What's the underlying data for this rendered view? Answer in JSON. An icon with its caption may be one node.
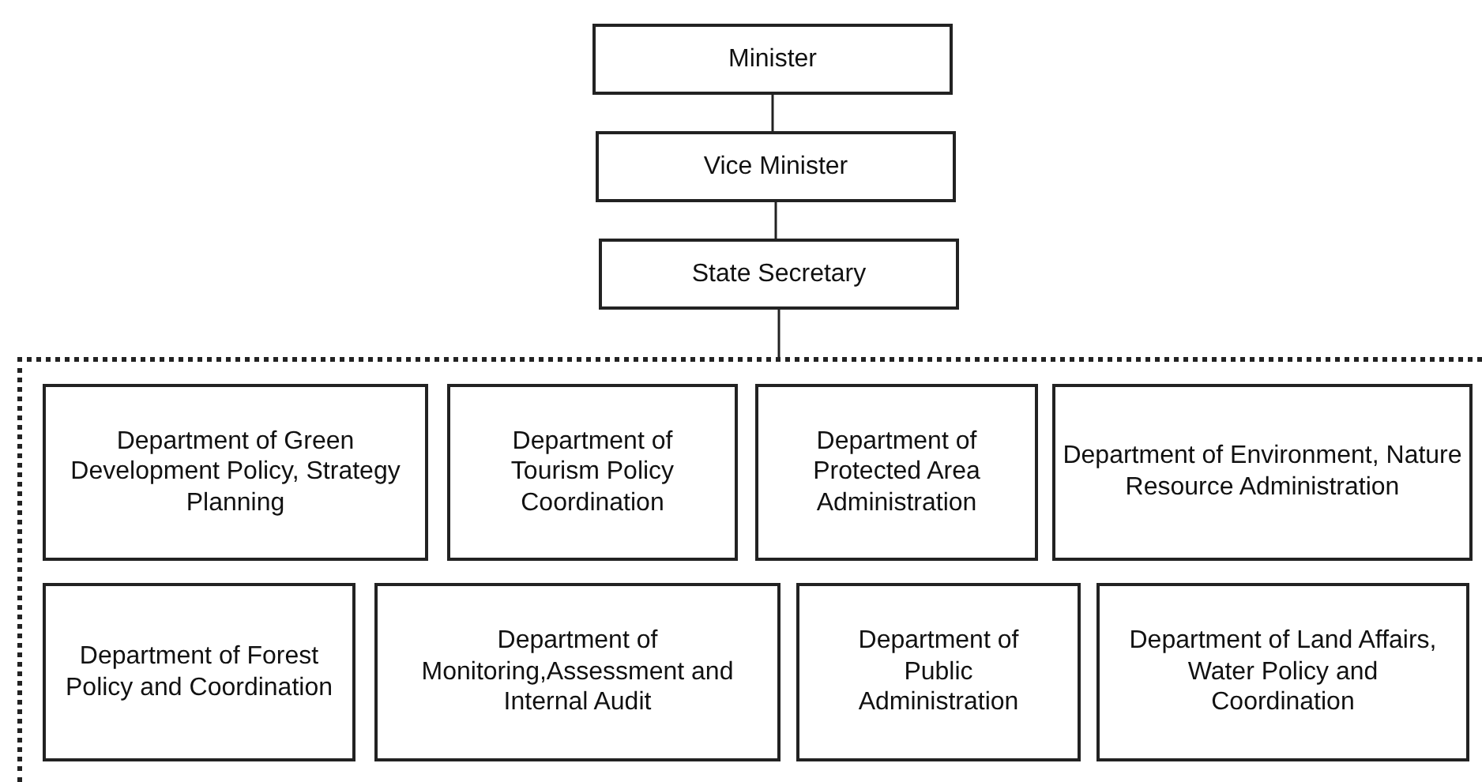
{
  "diagram": {
    "nodes": [
      {
        "text": [
          "Minister"
        ]
      },
      {
        "text": [
          "Vice Minister"
        ]
      },
      {
        "text": [
          "State Secretary"
        ]
      },
      {
        "text": [],
        "shape": "box"
      },
      {
        "text": [
          "Department of Green Development Policy, Strategy Planning"
        ],
        "in": 3
      },
      {
        "text": [
          "Department of Tourism Policy Coordination"
        ],
        "in": 3
      },
      {
        "text": [
          "Department of Protected Area Administration"
        ],
        "in": 3
      },
      {
        "text": [
          "Department of Environment, Nature Resource Administration"
        ],
        "in": 3
      },
      {
        "text": [
          "Department of Forest Policy and Coordination"
        ],
        "in": 3
      },
      {
        "text": [
          "Department of Monitoring,Assessment and Internal Audit"
        ],
        "in": 3
      },
      {
        "text": [
          "Department of Public Administration"
        ],
        "in": 3
      },
      {
        "text": [
          "Department of Land Affairs, Water Policy and Coordination"
        ],
        "in": 3
      }
    ],
    "edges": [
      {
        "from": 0,
        "to": 1,
        "arrow": "none"
      },
      {
        "from": 1,
        "to": 2,
        "arrow": "none"
      },
      {
        "from": 2,
        "to": 3,
        "arrow": "none"
      }
    ]
  }
}
